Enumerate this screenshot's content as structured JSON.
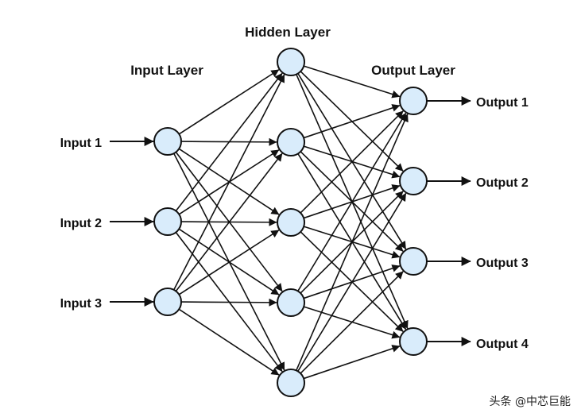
{
  "diagram": {
    "titles": {
      "input_layer": "Input Layer",
      "hidden_layer": "Hidden Layer",
      "output_layer": "Output Layer"
    },
    "inputs": [
      "Input  1",
      "Input  2",
      "Input  3"
    ],
    "outputs": [
      "Output 1",
      "Output 2",
      "Output 3",
      "Output 4"
    ],
    "layers": {
      "input_nodes": 3,
      "hidden_nodes": 5,
      "output_nodes": 4
    },
    "colors": {
      "node_fill": "#d9ecfb",
      "line": "#111111"
    }
  },
  "watermark": "头条 @中芯巨能"
}
